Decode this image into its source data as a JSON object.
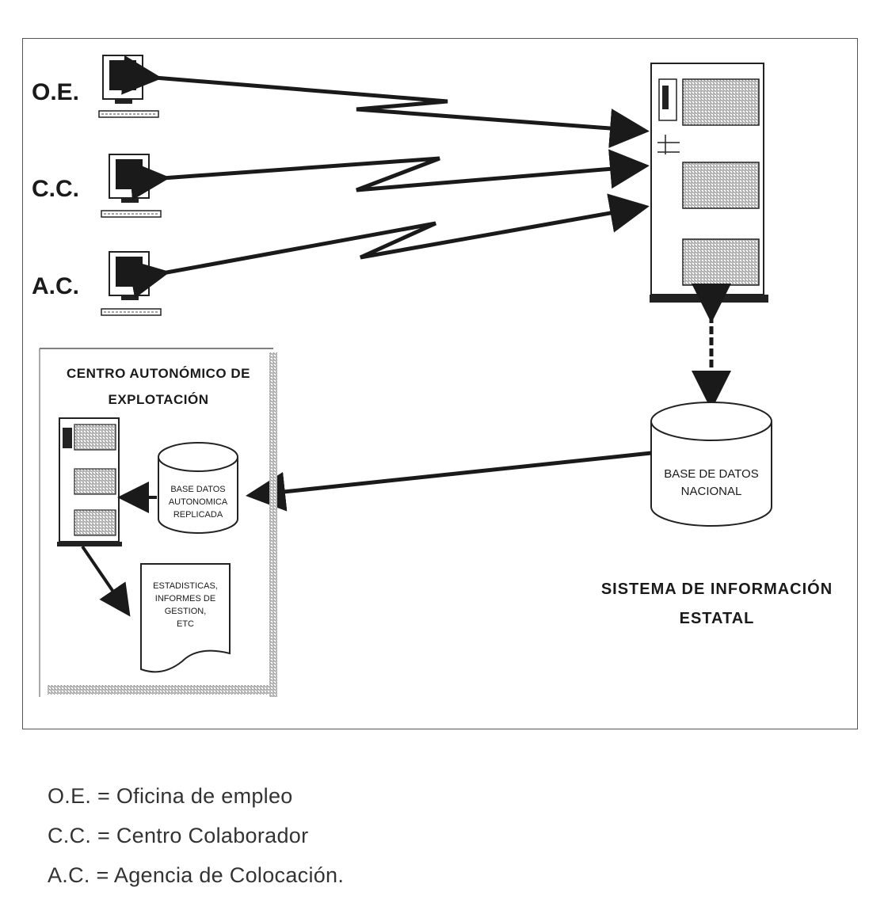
{
  "stations": [
    {
      "abbr": "O.E."
    },
    {
      "abbr": "C.C."
    },
    {
      "abbr": "A.C."
    }
  ],
  "centro": {
    "title_line1": "CENTRO AUTONÓMICO DE",
    "title_line2": "EXPLOTACIÓN",
    "db_line1": "BASE DATOS",
    "db_line2": "AUTONOMICA",
    "db_line3": "REPLICADA",
    "report_line1": "ESTADISTICAS,",
    "report_line2": "INFORMES DE",
    "report_line3": "GESTION,",
    "report_line4": "ETC"
  },
  "national_db": {
    "line1": "BASE DE DATOS",
    "line2": "NACIONAL"
  },
  "sistema": {
    "line1": "SISTEMA DE INFORMACIÓN",
    "line2": "ESTATAL"
  },
  "legend": [
    {
      "text": "O.E. = Oficina de empleo"
    },
    {
      "text": "C.C. = Centro Colaborador"
    },
    {
      "text": "A.C. = Agencia de Colocación."
    }
  ]
}
